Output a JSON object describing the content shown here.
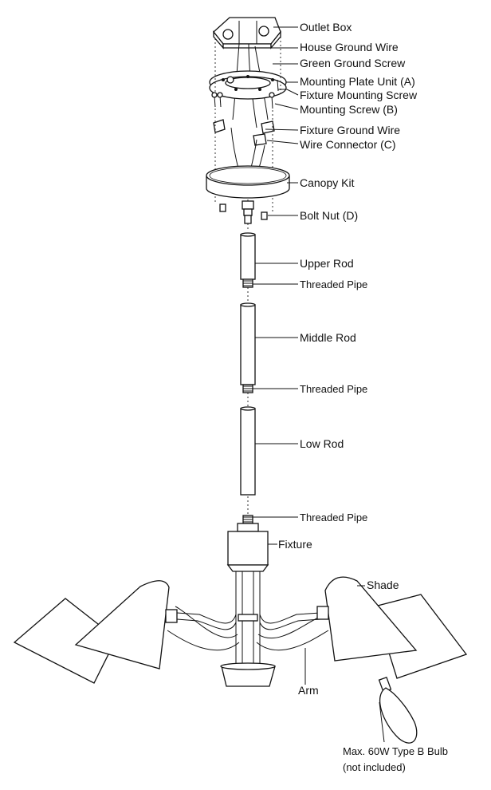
{
  "labels": {
    "outlet_box": "Outlet Box",
    "house_ground_wire": "House Ground Wire",
    "green_ground_screw": "Green Ground Screw",
    "mounting_plate": "Mounting Plate Unit (A)",
    "fixture_mounting_screw": "Fixture Mounting Screw",
    "mounting_screw": "Mounting Screw (B)",
    "fixture_ground_wire": "Fixture Ground Wire",
    "wire_connector": "Wire Connector (C)",
    "canopy_kit": "Canopy Kit",
    "bolt_nut": "Bolt Nut (D)",
    "upper_rod": "Upper Rod",
    "threaded_pipe_1": "Threaded Pipe",
    "middle_rod": "Middle Rod",
    "threaded_pipe_2": "Threaded Pipe",
    "low_rod": "Low Rod",
    "threaded_pipe_3": "Threaded Pipe",
    "fixture": "Fixture",
    "shade": "Shade",
    "arm": "Arm",
    "bulb_line1": "Max. 60W Type B Bulb",
    "bulb_line2": "(not included)"
  }
}
